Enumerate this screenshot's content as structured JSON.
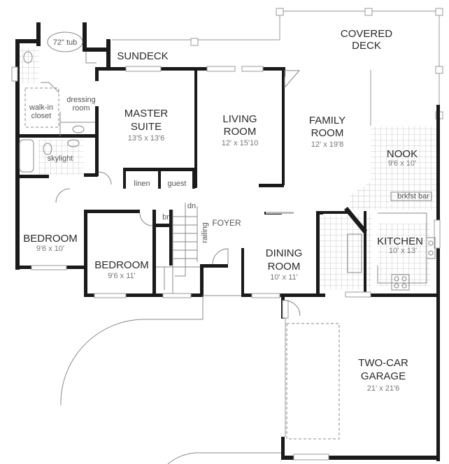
{
  "plan": {
    "rooms": {
      "covered_deck": {
        "name_line1": "COVERED",
        "name_line2": "DECK"
      },
      "sundeck": {
        "name": "SUNDECK"
      },
      "master_suite": {
        "name_line1": "MASTER",
        "name_line2": "SUITE",
        "size": "13'5 x 13'6"
      },
      "living_room": {
        "name_line1": "LIVING",
        "name_line2": "ROOM",
        "size": "12' x 15'10"
      },
      "family_room": {
        "name_line1": "FAMILY",
        "name_line2": "ROOM",
        "size": "12' x 19'8"
      },
      "nook": {
        "name": "NOOK",
        "size": "9'6 x 10'"
      },
      "kitchen": {
        "name": "KITCHEN",
        "size": "10' x 13'"
      },
      "dining_room": {
        "name_line1": "DINING",
        "name_line2": "ROOM",
        "size": "10' x 11'"
      },
      "bedroom_1": {
        "name": "BEDROOM",
        "size": "9'6 x 10'"
      },
      "bedroom_2": {
        "name": "BEDROOM",
        "size": "9'6 x 11'"
      },
      "garage": {
        "name_line1": "TWO-CAR",
        "name_line2": "GARAGE",
        "size": "21' x 21'6"
      }
    },
    "annotations": {
      "tub": "72\" tub",
      "dressing_room_line1": "dressing",
      "dressing_room_line2": "room",
      "walk_in_line1": "walk-in",
      "walk_in_line2": "closet",
      "skylight": "skylight",
      "linen": "linen",
      "guest": "guest",
      "foyer": "FOYER",
      "railing": "railing",
      "down": "dn",
      "broom": "br",
      "breakfast_bar": "brkfst bar"
    },
    "colors": {
      "wall": "#1a1a1a",
      "thin_line": "#888888",
      "text": "#2a2a2a",
      "dim_text": "#777777"
    }
  }
}
